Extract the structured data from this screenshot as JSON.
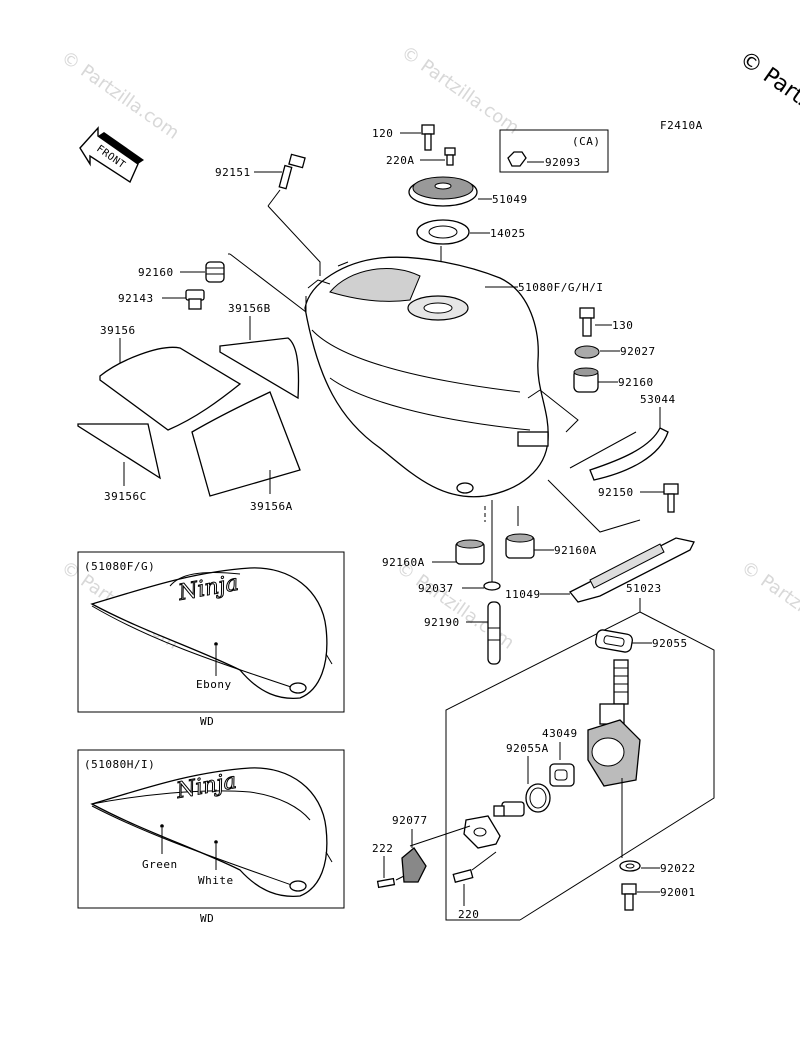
{
  "figure_code": "F2410A",
  "copyright": "© Partzilla.com",
  "watermark": "© Partzilla.com",
  "front_arrow": "FRONT",
  "labels": {
    "p120": "120",
    "p220A": "220A",
    "ca": "(CA)",
    "p92093": "92093",
    "p92151": "92151",
    "p51049": "51049",
    "p14025": "14025",
    "p51080": "51080F/G/H/I",
    "p92160_top": "92160",
    "p92143": "92143",
    "p39156B": "39156B",
    "p39156": "39156",
    "p130": "130",
    "p92027": "92027",
    "p92160_right": "92160",
    "p53044": "53044",
    "p39156C": "39156C",
    "p39156A": "39156A",
    "p92150": "92150",
    "p92160A_left": "92160A",
    "p92160A_right": "92160A",
    "p92037": "92037",
    "p11049": "11049",
    "p51023": "51023",
    "p92190": "92190",
    "p92055": "92055",
    "p43049": "43049",
    "p92055A": "92055A",
    "p92077": "92077",
    "p222": "222",
    "p220": "220",
    "p92022": "92022",
    "p92001": "92001"
  },
  "inset1": {
    "model": "(51080F/G)",
    "color": "Ebony",
    "caption": "WD"
  },
  "inset2": {
    "model": "(51080H/I)",
    "color1": "Green",
    "color2": "White",
    "caption": "WD"
  }
}
